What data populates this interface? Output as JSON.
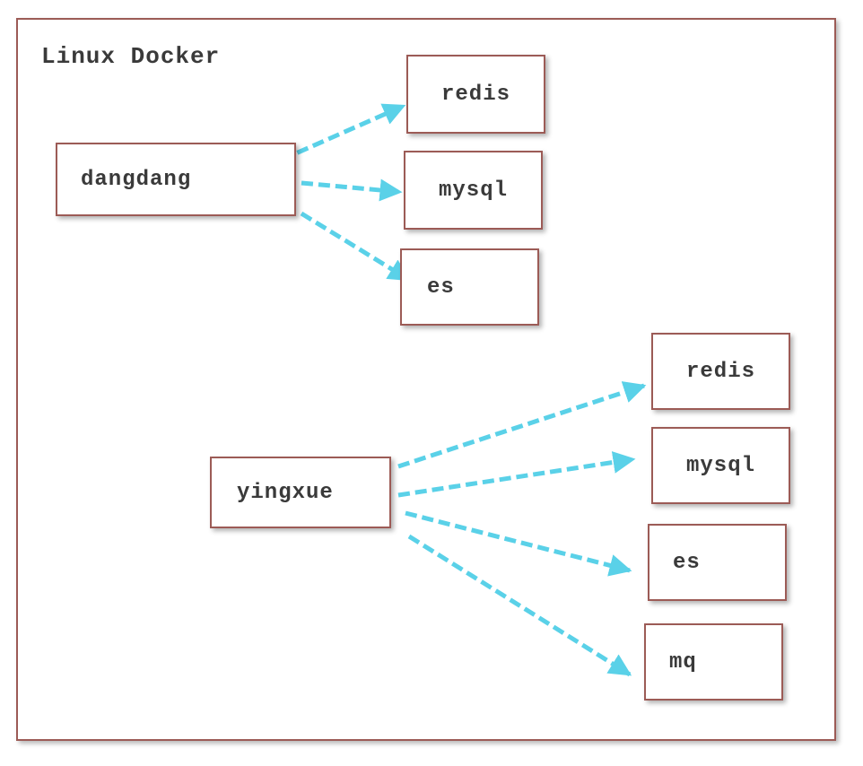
{
  "diagram": {
    "frame_title": "Linux Docker",
    "arrow_color": "#5ad1e8",
    "border_color": "#9c5b56",
    "groups": [
      {
        "source": "dangdang",
        "targets": [
          "redis",
          "mysql",
          "es"
        ]
      },
      {
        "source": "yingxue",
        "targets": [
          "redis",
          "mysql",
          "es",
          "mq"
        ]
      }
    ]
  }
}
